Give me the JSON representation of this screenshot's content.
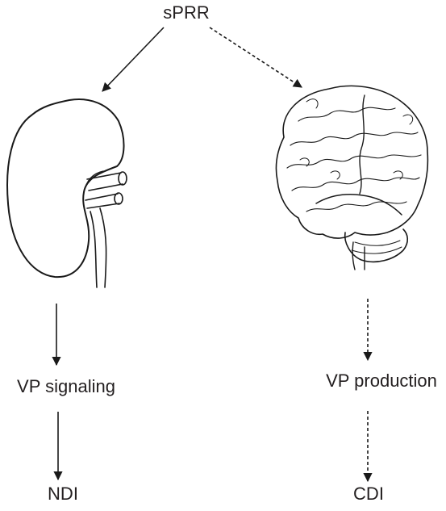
{
  "labels": {
    "top": "sPRR",
    "left_step": "VP signaling",
    "right_step": "VP production",
    "left_outcome": "NDI",
    "right_outcome": "CDI"
  },
  "edges": [
    {
      "from": "sPRR",
      "to": "kidney",
      "style": "solid"
    },
    {
      "from": "sPRR",
      "to": "brain",
      "style": "dashed"
    },
    {
      "from": "kidney",
      "to": "VP signaling",
      "style": "solid"
    },
    {
      "from": "VP signaling",
      "to": "NDI",
      "style": "solid"
    },
    {
      "from": "brain",
      "to": "VP production",
      "style": "dashed"
    },
    {
      "from": "VP production",
      "to": "CDI",
      "style": "dashed"
    }
  ],
  "icons": {
    "kidney": "kidney-icon",
    "brain": "brain-icon"
  }
}
